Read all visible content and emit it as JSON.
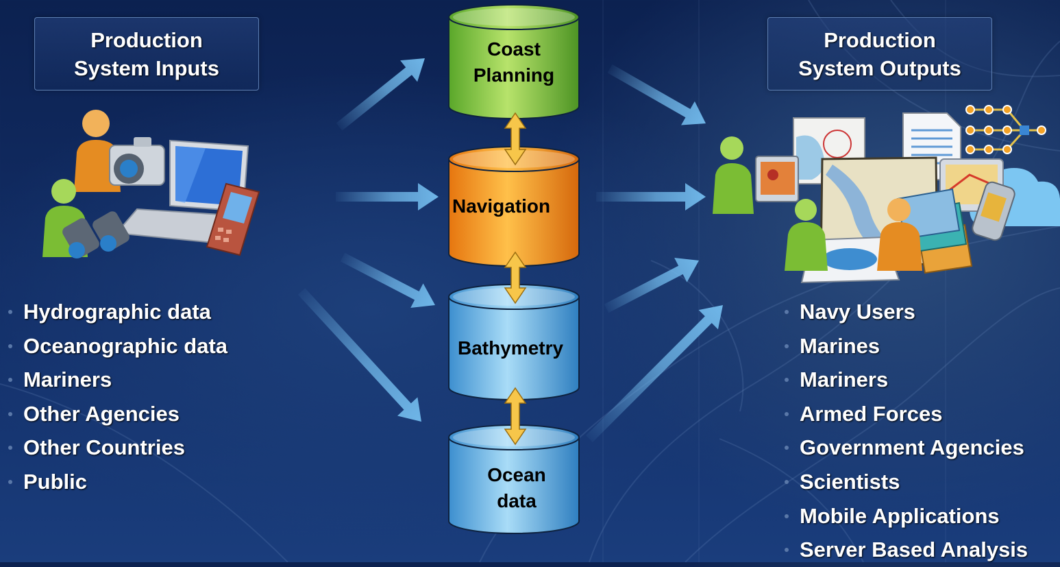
{
  "inputs": {
    "title_line1": "Production",
    "title_line2": "System Inputs",
    "items": [
      "Hydrographic data",
      "Oceanographic data",
      "Mariners",
      "Other Agencies",
      "Other Countries",
      "Public"
    ]
  },
  "outputs": {
    "title_line1": "Production",
    "title_line2": "System Outputs",
    "items": [
      "Navy Users",
      "Marines",
      "Mariners",
      "Armed Forces",
      "Government Agencies",
      "Scientists",
      "Mobile Applications",
      "Server Based Analysis"
    ]
  },
  "databases": {
    "coast_line1": "Coast",
    "coast_line2": "Planning",
    "navigation": "Navigation",
    "bathymetry": "Bathymetry",
    "ocean_line1": "Ocean",
    "ocean_line2": "data"
  },
  "colors": {
    "coast": "#7fc63a",
    "navigation": "#f59a1e",
    "bathymetry": "#5cb0e6",
    "ocean": "#5cb0e6",
    "arrow": "#6fb6e8",
    "connector": "#f7c64a"
  },
  "icons": {
    "inputs_illustration": [
      "person-icon",
      "camera-icon",
      "laptop-icon",
      "mobile-phone-icon",
      "binoculars-icon"
    ],
    "outputs_illustration": [
      "person-icon",
      "map-icon",
      "document-icon",
      "workflow-icon",
      "cloud-icon",
      "gps-device-icon"
    ]
  }
}
